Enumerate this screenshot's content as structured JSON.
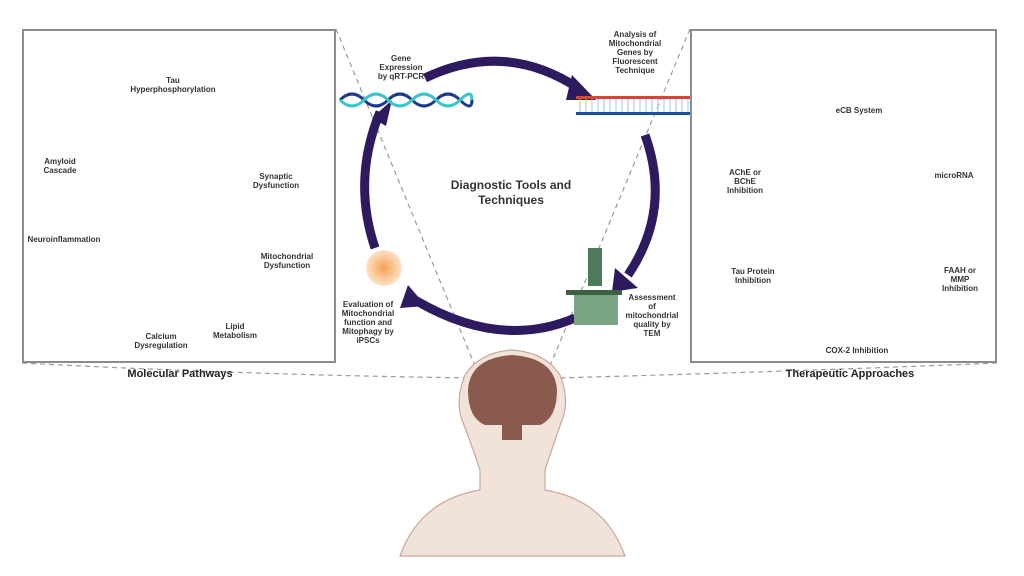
{
  "left_panel": {
    "title": "Molecular Pathways",
    "items": [
      {
        "label": "Tau\nHyperphosphorylation"
      },
      {
        "label": "Amyloid\nCascade"
      },
      {
        "label": "Synaptic\nDysfunction"
      },
      {
        "label": "Neuroinflammation"
      },
      {
        "label": "Mitochondrial\nDysfunction"
      },
      {
        "label": "Calcium\nDysregulation"
      },
      {
        "label": "Lipid\nMetabolism"
      }
    ]
  },
  "center": {
    "title": "Diagnostic Tools and\nTechniques",
    "steps": [
      {
        "label": "Gene\nExpression\nby qRT-PCR"
      },
      {
        "label": "Analysis of\nMitochondrial\nGenes by\nFluorescent\nTechnique"
      },
      {
        "label": "Assessment\nof\nmitochondrial\nquality by\nTEM"
      },
      {
        "label": "Evaluation of\nMitochondrial\nfunction and\nMitophagy by\niPSCs"
      }
    ]
  },
  "right_panel": {
    "title": "Therapeutic Approaches",
    "items": [
      {
        "label": "eCB System"
      },
      {
        "label": "AChE or\nBChE\nInhibition"
      },
      {
        "label": "microRNA"
      },
      {
        "label": "Tau Protein\nInhibition"
      },
      {
        "label": "FAAH or\nMMP\nInhibition"
      },
      {
        "label": "COX-2 Inhibition"
      }
    ]
  },
  "colors": {
    "cycle_arrow": "#2e1a5e",
    "receptor": "#7b4fa8",
    "membrane": "#b9d3ee",
    "panel_border": "#8c8c8c",
    "brain": "#8a5a4c",
    "skin": "#f1e2da"
  }
}
